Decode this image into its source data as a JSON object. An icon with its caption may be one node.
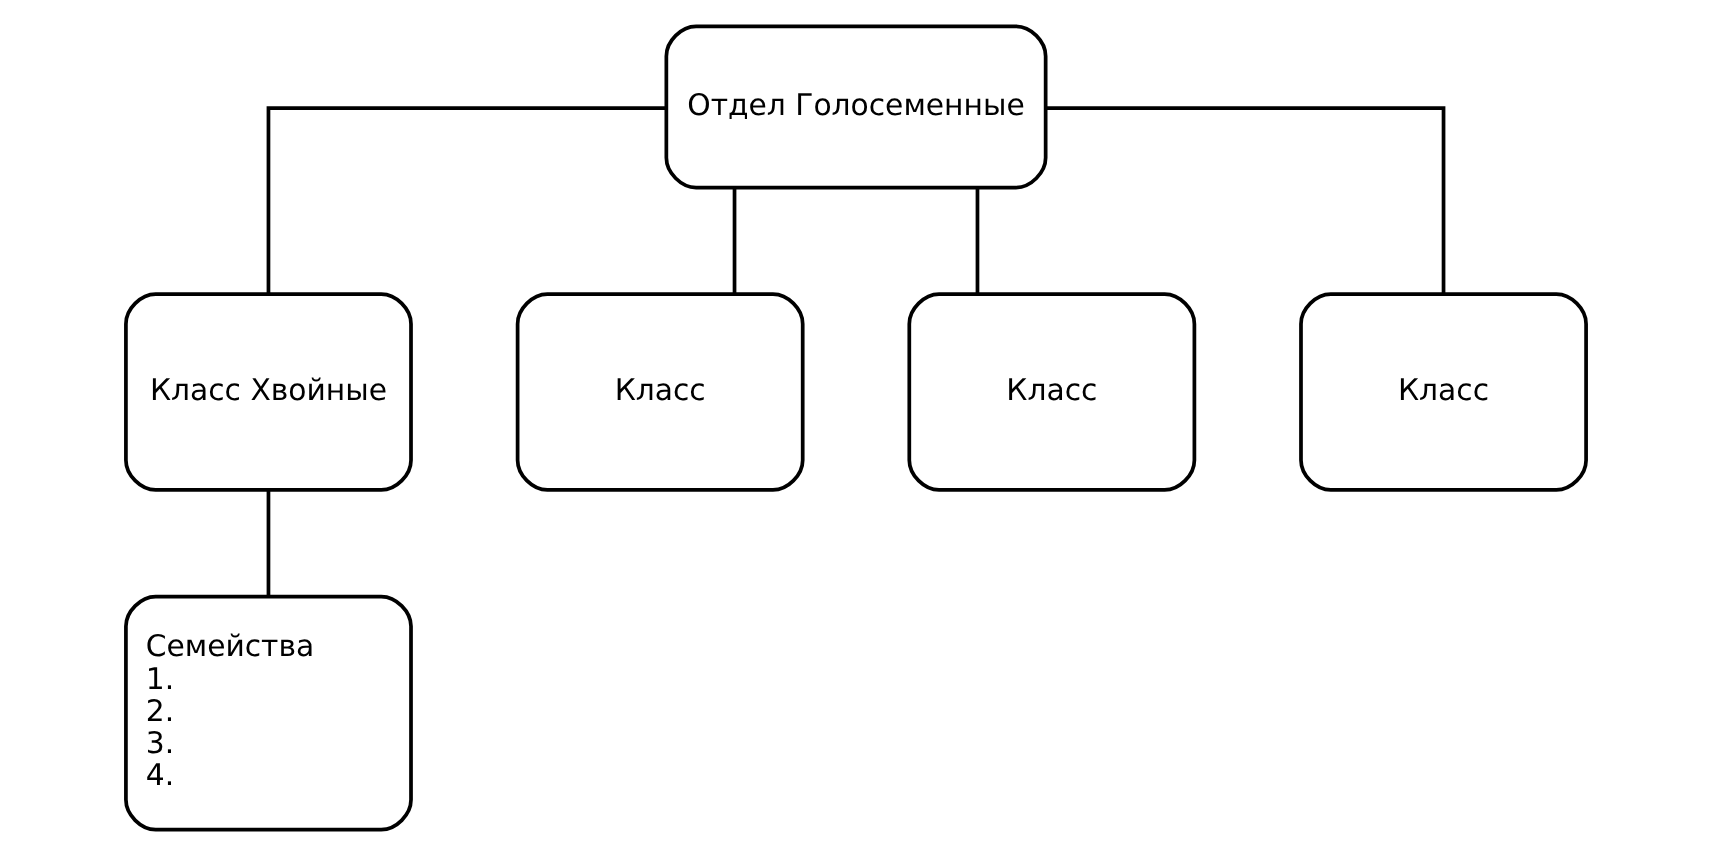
{
  "diagram": {
    "nodes": [
      {
        "text": [
          "Отдел Голосеменные"
        ]
      },
      {
        "text": [
          "Класс Хвойные"
        ]
      },
      {
        "text": [
          "Класс"
        ]
      },
      {
        "text": [
          "Класс"
        ]
      },
      {
        "text": [
          "Класс"
        ]
      },
      {
        "text": [
          "Семейства",
          "1.",
          "2.",
          "3.",
          "4."
        ]
      }
    ],
    "edges": [
      {
        "from": 0,
        "to": 1,
        "arrow": "none"
      },
      {
        "from": 0,
        "to": 2,
        "arrow": "none"
      },
      {
        "from": 0,
        "to": 3,
        "arrow": "none"
      },
      {
        "from": 0,
        "to": 4,
        "arrow": "none"
      },
      {
        "from": 1,
        "to": 5,
        "arrow": "none"
      }
    ]
  }
}
